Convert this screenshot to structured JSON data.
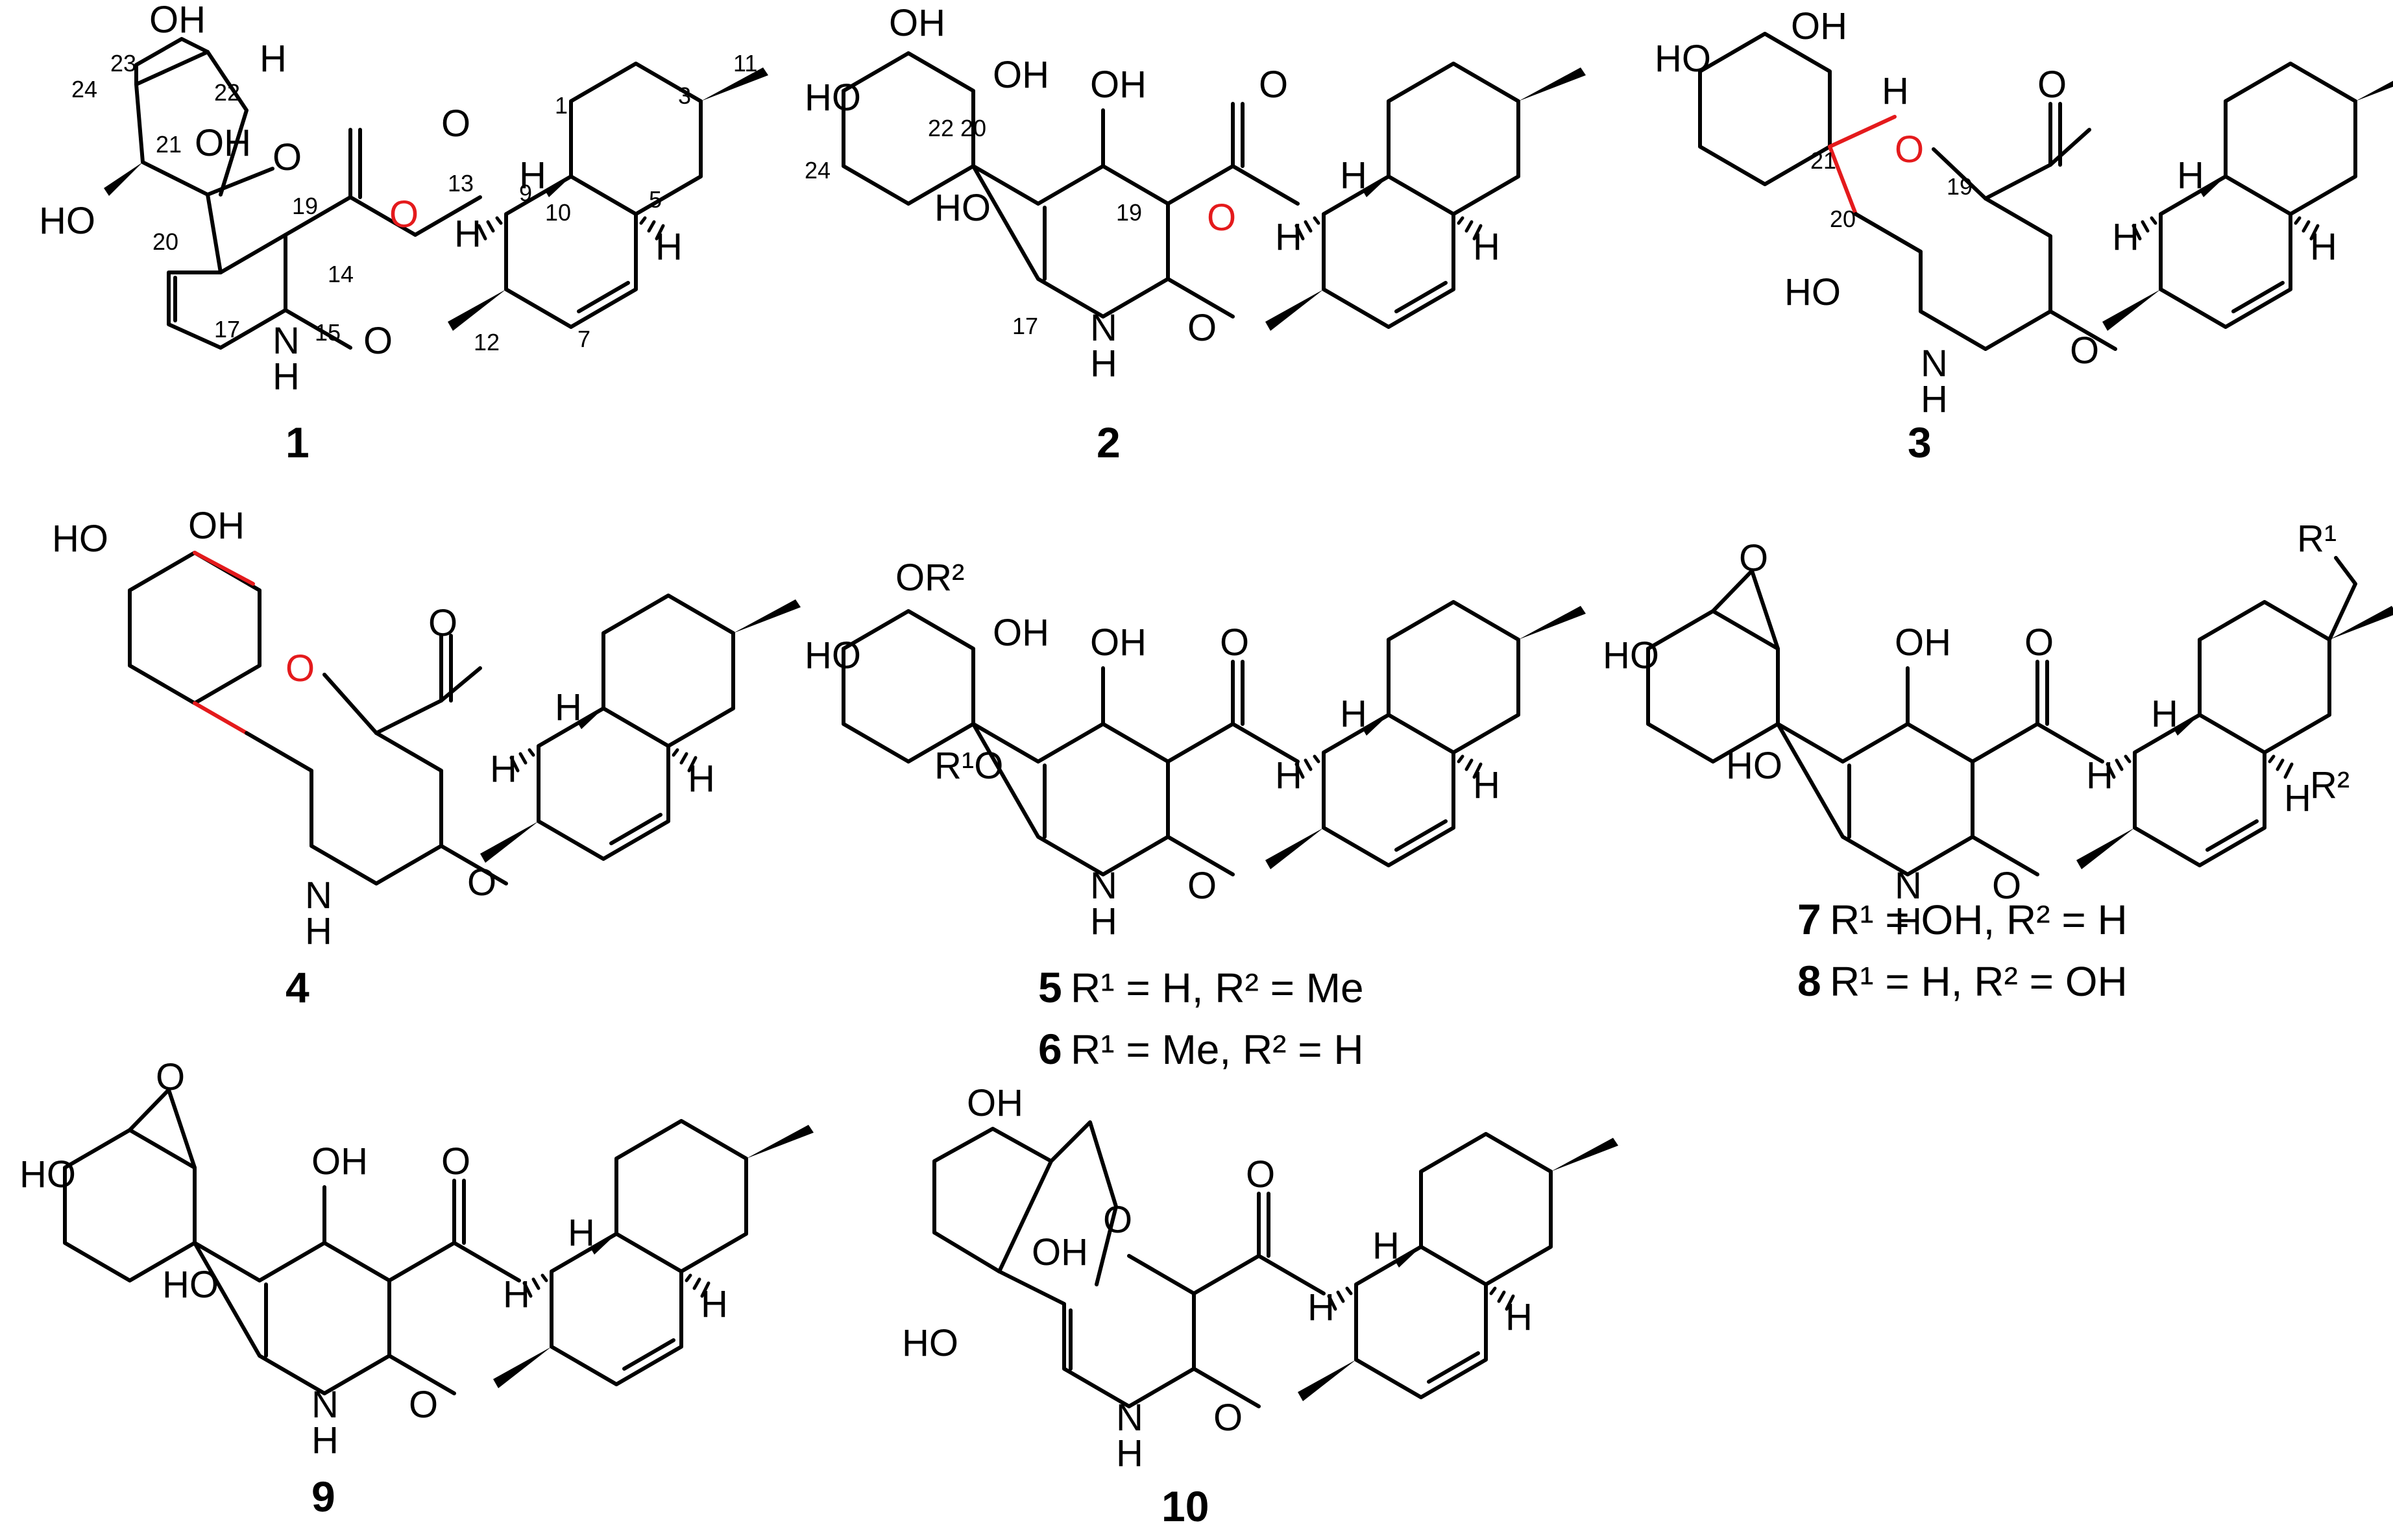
{
  "atoms": {
    "OH": "OH",
    "HO": "HO",
    "O": "O",
    "H": "H",
    "N": "N",
    "R1O": "R¹O",
    "OR2": "OR²",
    "R1": "R¹",
    "R2": "R²"
  },
  "numbering": {
    "n1": "1",
    "n3": "3",
    "n5": "5",
    "n7": "7",
    "n9": "9",
    "n10": "10",
    "n11": "11",
    "n12": "12",
    "n13": "13",
    "n14": "14",
    "n15": "15",
    "n17": "17",
    "n19": "19",
    "n20": "20",
    "n21": "21",
    "n22": "22",
    "n23": "23",
    "n24": "24"
  },
  "compounds": [
    {
      "id": "1"
    },
    {
      "id": "2"
    },
    {
      "id": "3"
    },
    {
      "id": "4"
    },
    {
      "id": "5",
      "substituents": "R¹ = H, R² = Me"
    },
    {
      "id": "6",
      "substituents": "R¹ = Me, R² = H"
    },
    {
      "id": "7",
      "substituents": "R¹ = OH, R² = H"
    },
    {
      "id": "8",
      "substituents": "R¹ = H, R² = OH"
    },
    {
      "id": "9"
    },
    {
      "id": "10"
    }
  ],
  "colors": {
    "bond": "#000000",
    "highlight": "#e41a1c"
  }
}
